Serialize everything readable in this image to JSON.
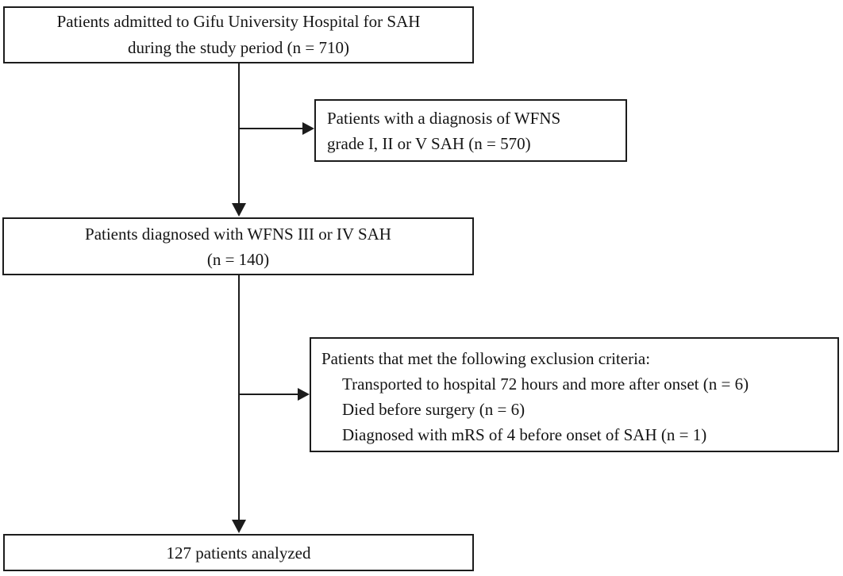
{
  "figure": {
    "type": "patient-flow-diagram",
    "colors": {
      "background": "#ffffff",
      "border": "#1c1c1c",
      "text": "#151515"
    },
    "boxes": {
      "admitted": {
        "line1": "Patients admitted to Gifu University Hospital for SAH",
        "line2": "during the study period (n = 710)"
      },
      "wfns_excluded": {
        "line1": "Patients with a diagnosis of WFNS",
        "line2": "grade I, II or V SAH (n = 570)"
      },
      "wfns34": {
        "line1": "Patients diagnosed with WFNS III or IV SAH",
        "line2": "(n = 140)"
      },
      "exclusion": {
        "title": "Patients that met the following exclusion criteria:",
        "item1": "Transported to hospital 72 hours and more after onset (n = 6)",
        "item2": "Died before surgery (n = 6)",
        "item3": "Diagnosed with mRS of 4 before onset of SAH (n = 1)"
      },
      "analyzed": {
        "line1": "127 patients analyzed"
      }
    }
  }
}
